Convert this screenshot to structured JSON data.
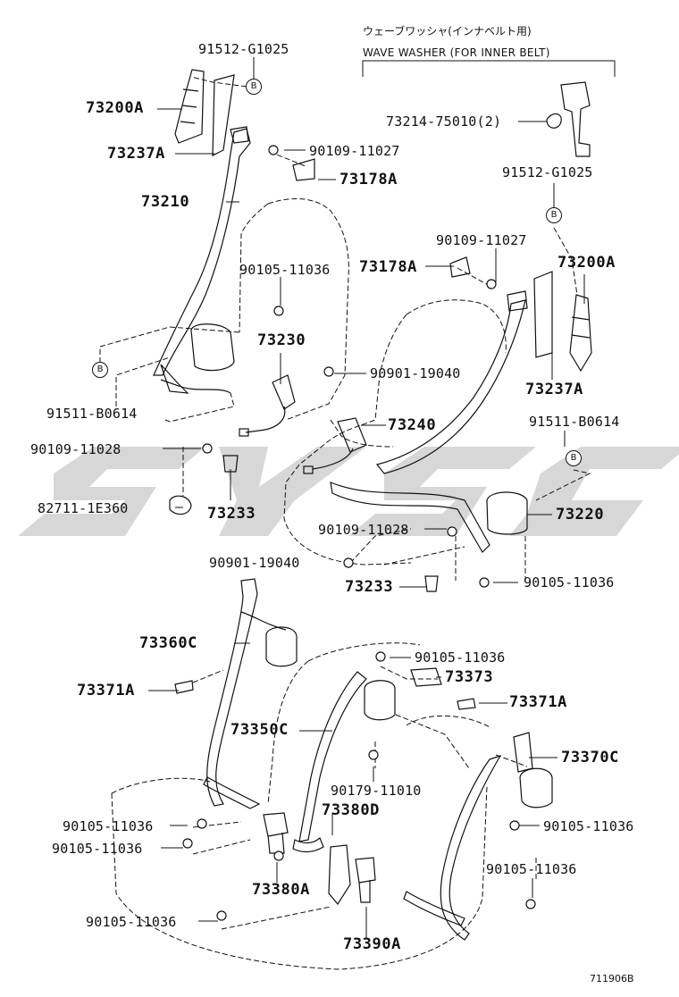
{
  "diagram": {
    "inset_header_jp": "ウェーブワッシャ(インナベルト用)",
    "inset_header_en": "WAVE WASHER (FOR INNER BELT)",
    "figure_code": "711906B",
    "callout_letter": "B",
    "labels": {
      "l_91512_a": "91512-G1025",
      "l_73200A_a": "73200A",
      "l_73237A_a": "73237A",
      "l_90109_11027_a": "90109-11027",
      "l_73178A_a": "73178A",
      "l_73210": "73210",
      "l_73214": "73214-75010(2)",
      "l_91512_b": "91512-G1025",
      "l_90109_11027_b": "90109-11027",
      "l_73178A_b": "73178A",
      "l_73200A_b": "73200A",
      "l_90105_11036_a": "90105-11036",
      "l_73230": "73230",
      "l_90901_19040_a": "90901-19040",
      "l_91511_a": "91511-B0614",
      "l_73237A_b": "73237A",
      "l_91511_b": "91511-B0614",
      "l_73240": "73240",
      "l_90109_11028_a": "90109-11028",
      "l_82711": "82711-1E360",
      "l_73233_a": "73233",
      "l_73220": "73220",
      "l_90109_11028_b": "90109-11028",
      "l_90901_19040_b": "90901-19040",
      "l_73233_b": "73233",
      "l_90105_11036_b": "90105-11036",
      "l_73360C": "73360C",
      "l_90105_11036_c": "90105-11036",
      "l_73373": "73373",
      "l_73371A_a": "73371A",
      "l_73371A_b": "73371A",
      "l_73350C": "73350C",
      "l_73370C": "73370C",
      "l_90179_11010": "90179-11010",
      "l_73380D": "73380D",
      "l_90105_11036_d": "90105-11036",
      "l_90105_11036_e": "90105-11036",
      "l_90105_11036_f": "90105-11036",
      "l_90105_11036_g": "90105-11036",
      "l_73380A": "73380A",
      "l_90105_11036_h": "90105-11036",
      "l_73390A": "73390A"
    }
  }
}
